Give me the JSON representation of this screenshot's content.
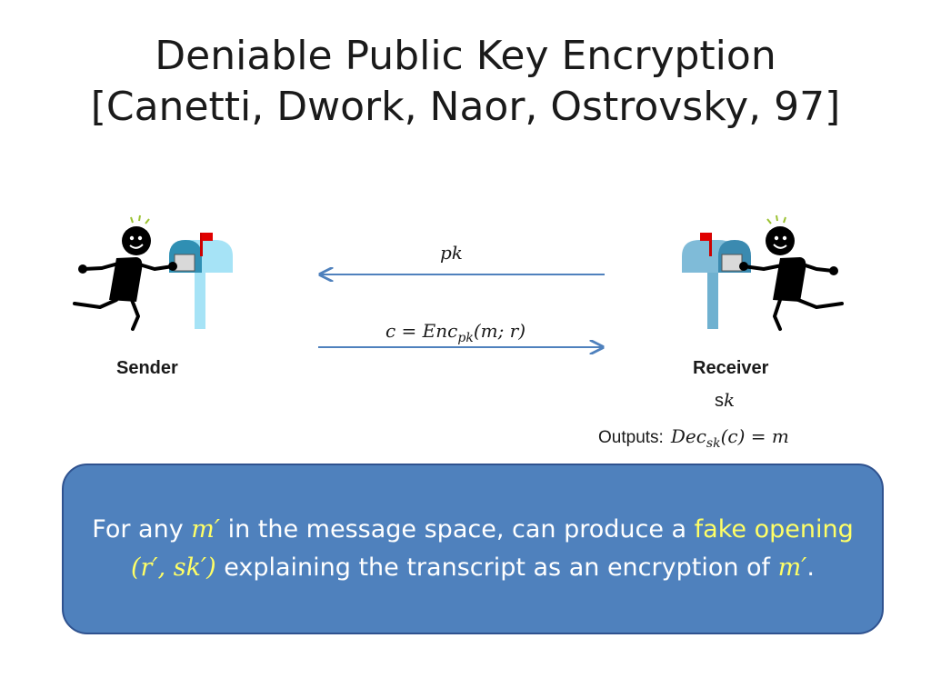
{
  "slide": {
    "title_line1": "Deniable Public Key Encryption",
    "title_line2": "[Canetti, Dwork, Naor, Ostrovsky, 97]"
  },
  "diagram": {
    "sender_label": "Sender",
    "receiver_label": "Receiver",
    "pk_label": "pk",
    "cipher_label_prefix": "c = Enc",
    "cipher_label_sub": "pk",
    "cipher_label_suffix": "(m; r)",
    "receiver_key_prefix": "s",
    "receiver_key_suffix": "k",
    "outputs_label": "Outputs:",
    "outputs_expr_prefix": "Dec",
    "outputs_expr_sub": "sk",
    "outputs_expr_suffix": "(c) = m",
    "arrow_color": "#4f81bd"
  },
  "callout": {
    "part1": "For any ",
    "m_prime": "m′",
    "part2": " in the message space, can produce a ",
    "fake_opening": "fake opening",
    "opening_tuple": "(r′, sk′)",
    "part3": " explaining the transcript as an encryption of ",
    "m_prime_2": "m′",
    "part4": ".",
    "fill_color": "#4f81bd",
    "highlight_color": "#ffff66"
  }
}
